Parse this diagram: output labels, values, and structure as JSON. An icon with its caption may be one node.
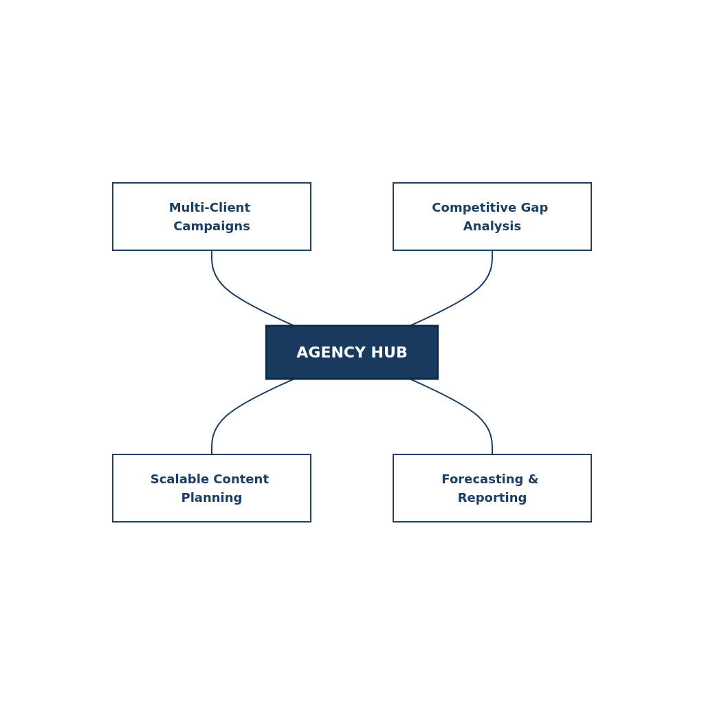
{
  "diagram": {
    "nodes": [
      {
        "text": [
          "Multi-Client Campaigns"
        ]
      },
      {
        "text": [
          "Competitive Gap Analysis"
        ]
      },
      {
        "text": [
          "AGENCY HUB"
        ]
      },
      {
        "text": [
          "Scalable Content Planning"
        ]
      },
      {
        "text": [
          "Forecasting & Reporting"
        ]
      }
    ],
    "edges": [
      {
        "from": 0,
        "to": 2,
        "arrow": "none"
      },
      {
        "from": 1,
        "to": 2,
        "arrow": "none"
      },
      {
        "from": 2,
        "to": 3,
        "arrow": "none"
      },
      {
        "from": 2,
        "to": 4,
        "arrow": "none"
      }
    ]
  }
}
